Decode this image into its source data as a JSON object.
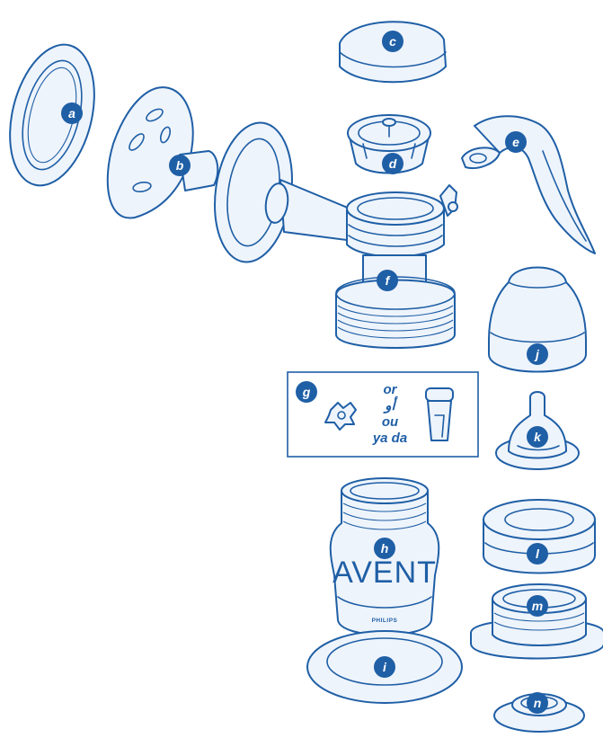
{
  "labels": {
    "a": "a",
    "b": "b",
    "c": "c",
    "d": "d",
    "e": "e",
    "f": "f",
    "g": "g",
    "h": "h",
    "i": "i",
    "j": "j",
    "k": "k",
    "l": "l",
    "m": "m",
    "n": "n"
  },
  "alternatives": {
    "line1": "or",
    "line2": "أو",
    "line3": "ou",
    "line4": "ya da"
  },
  "bottle": {
    "brand": "AVENT",
    "maker": "PHILIPS"
  },
  "colors": {
    "accent": "#1f5fa6",
    "fill": "#eef4fb",
    "background": "#ffffff"
  }
}
